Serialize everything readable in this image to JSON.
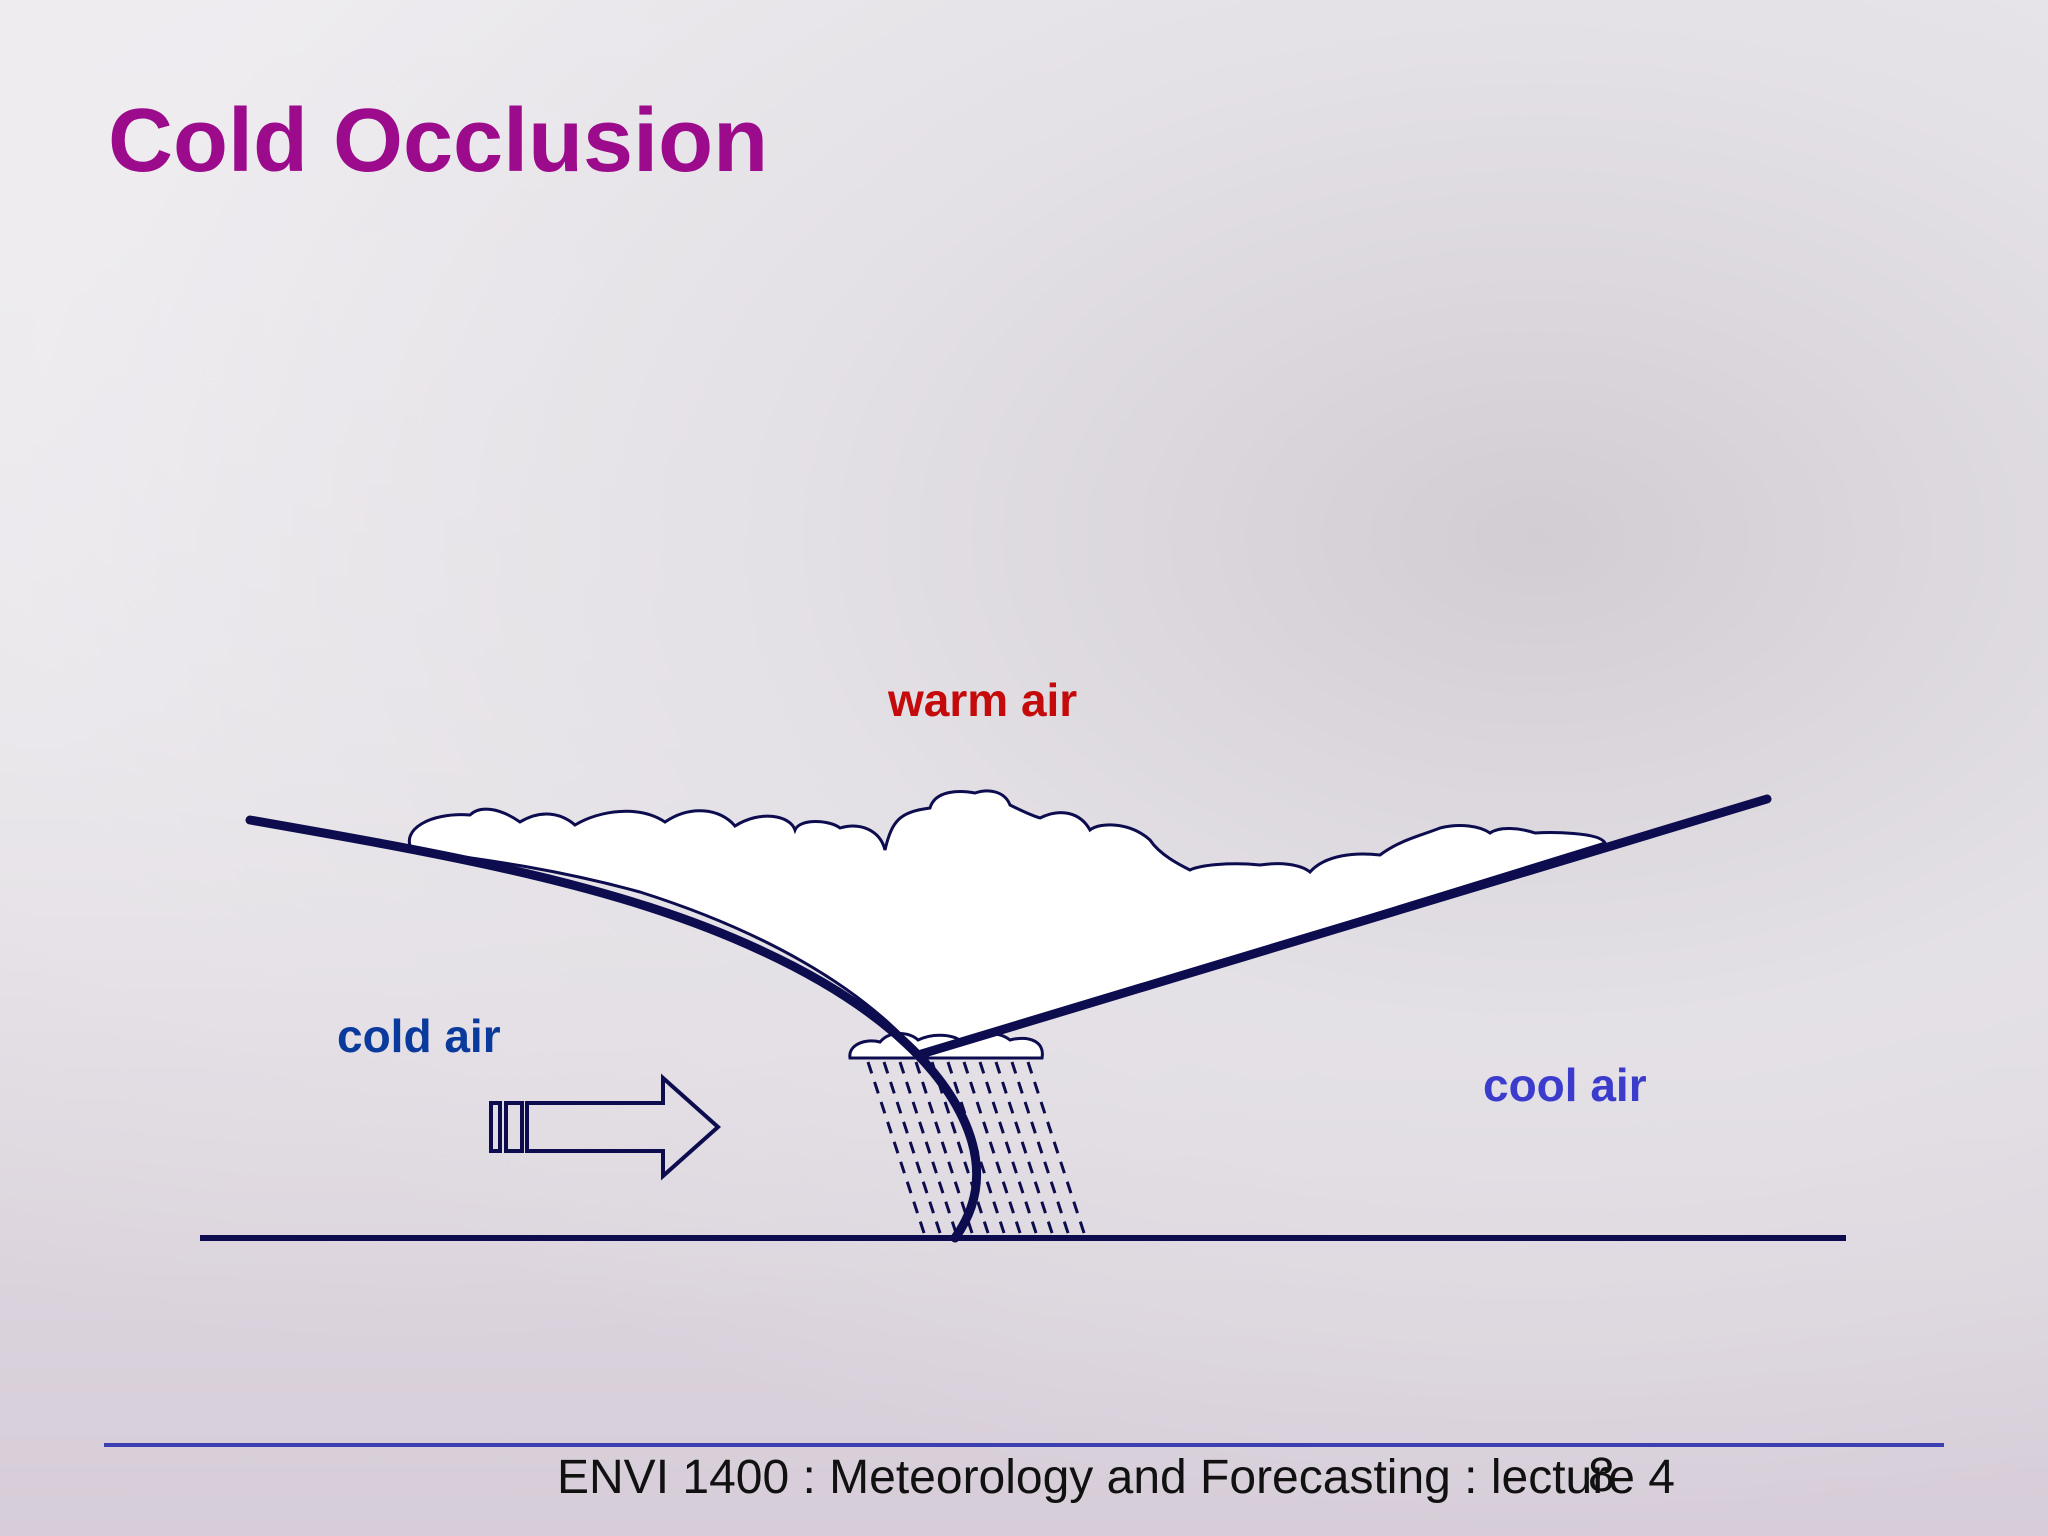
{
  "slide": {
    "title": "Cold Occlusion",
    "footer": "ENVI 1400 : Meteorology and Forecasting : lecture 4",
    "page_number": "8"
  },
  "diagram": {
    "labels": {
      "warm_air": "warm air",
      "cold_air": "cold air",
      "cool_air": "cool air"
    },
    "colors": {
      "title": "#9b0b8c",
      "warm_air": "#c40a0a",
      "cold_air": "#0a3a9c",
      "cool_air": "#3c3ccc",
      "lines": "#0c0c4e"
    },
    "icons": [
      "cloud-icon",
      "rain-icon",
      "arrow-right-icon"
    ]
  }
}
